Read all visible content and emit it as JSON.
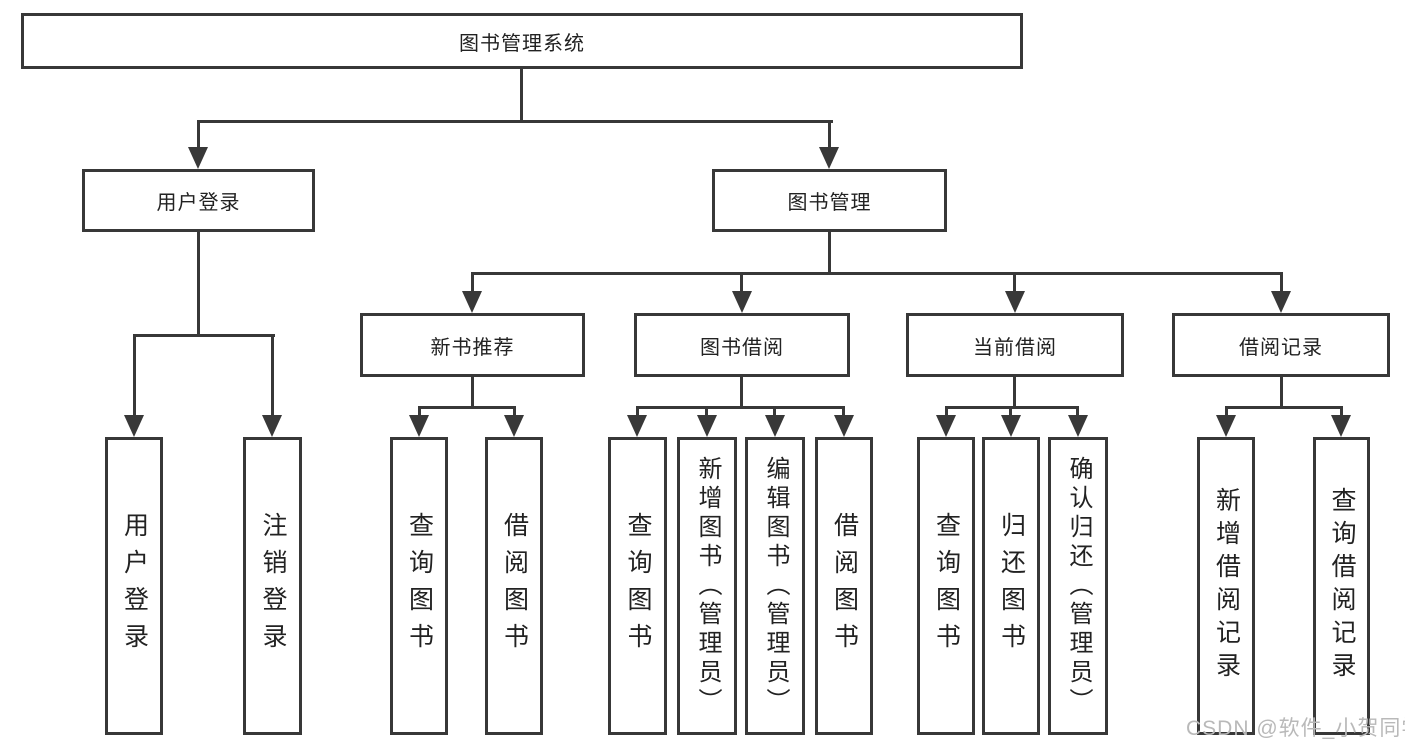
{
  "colors": {
    "line": "#383838",
    "box_border": "#383838",
    "text": "#222222",
    "background": "#ffffff",
    "watermark": "#b9b9b9"
  },
  "watermark": {
    "text": "CSDN @软件_小贺同学"
  },
  "tree": {
    "root": {
      "label": "图书管理系统"
    },
    "level2": [
      {
        "label": "用户登录",
        "children": [
          {
            "label": "用户登录"
          },
          {
            "label": "注销登录"
          }
        ]
      },
      {
        "label": "图书管理",
        "children": [
          {
            "label": "新书推荐",
            "children": [
              {
                "label": "查询图书"
              },
              {
                "label": "借阅图书"
              }
            ]
          },
          {
            "label": "图书借阅",
            "children": [
              {
                "label": "查询图书"
              },
              {
                "label": "新增图书（管理员）"
              },
              {
                "label": "编辑图书（管理员）"
              },
              {
                "label": "借阅图书"
              }
            ]
          },
          {
            "label": "当前借阅",
            "children": [
              {
                "label": "查询图书"
              },
              {
                "label": "归还图书"
              },
              {
                "label": "确认归还（管理员）"
              }
            ]
          },
          {
            "label": "借阅记录",
            "children": [
              {
                "label": "新增借阅记录"
              },
              {
                "label": "查询借阅记录"
              }
            ]
          }
        ]
      }
    ]
  }
}
